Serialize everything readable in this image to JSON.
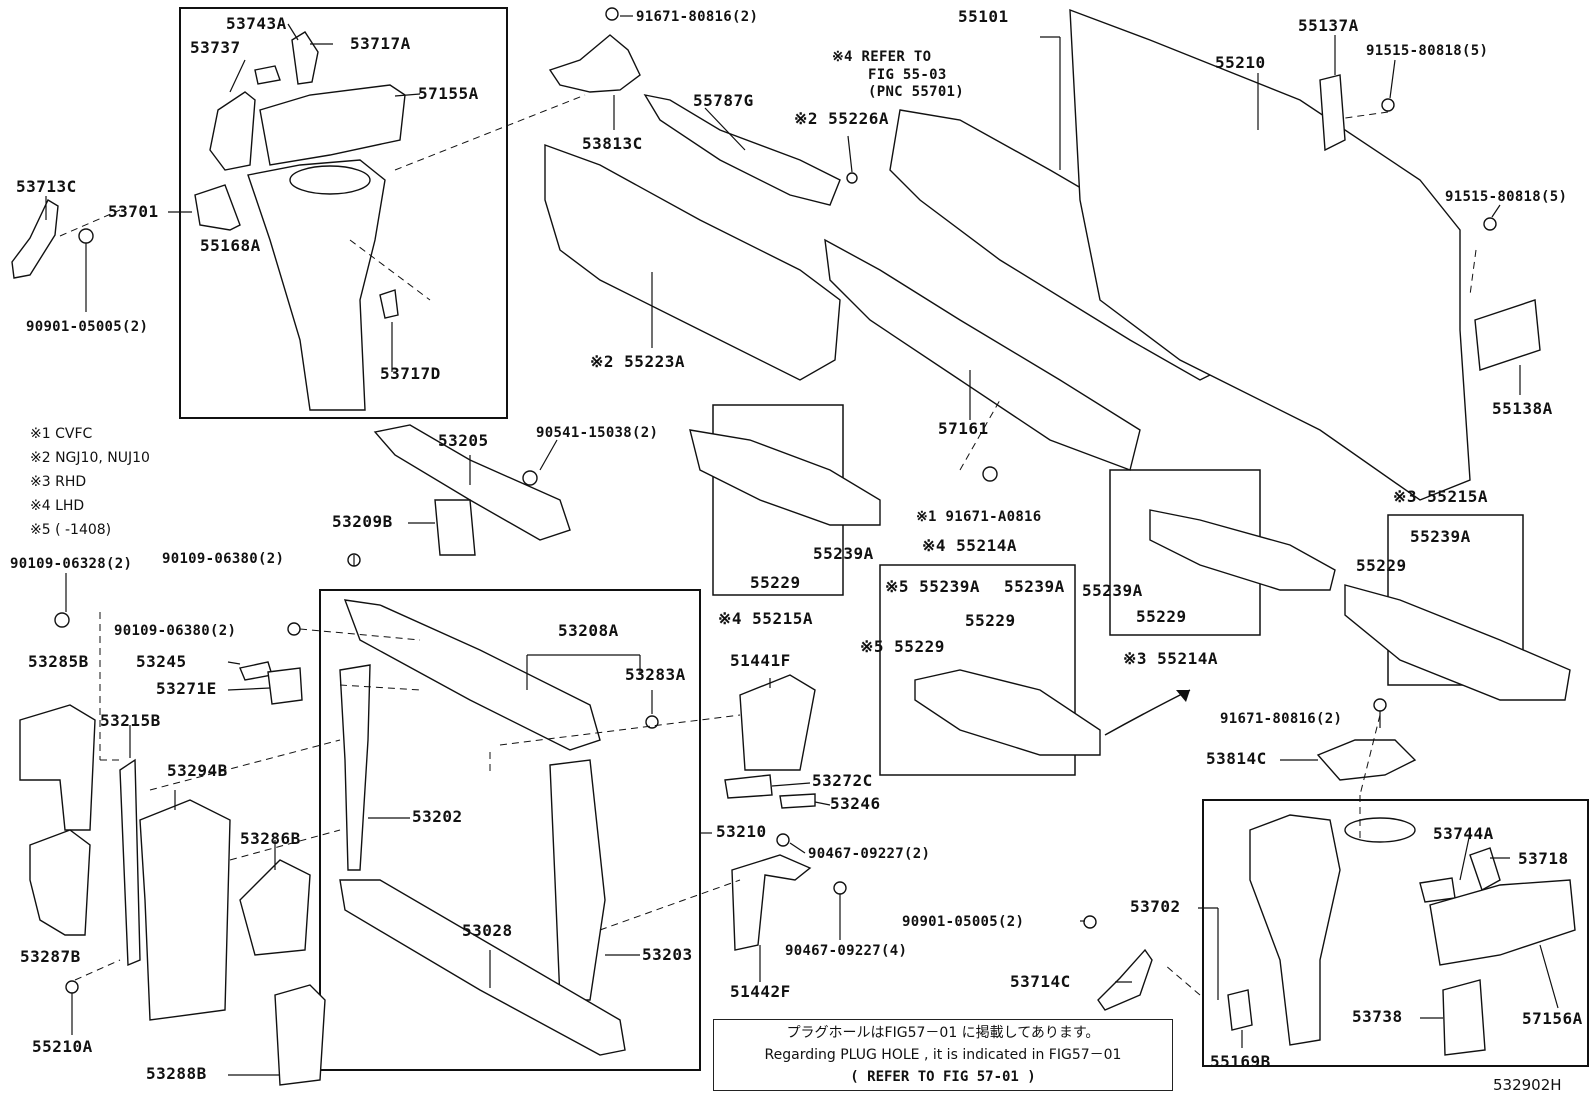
{
  "figure_id": "532902H",
  "legend": [
    "※1 CVFC",
    "※2 NGJ10, NUJ10",
    "※3 RHD",
    "※4 LHD",
    "※5 (    -1408)"
  ],
  "note": {
    "jp": "プラグホールはFIG57－01 に掲載してあります。",
    "en": "Regarding PLUG HOLE , it is indicated in FIG57－01",
    "ref": "( REFER TO FIG 57-01 )"
  },
  "callouts": {
    "c53743A": "53743A",
    "c53737": "53737",
    "c53717A": "53717A",
    "c57155A": "57155A",
    "c53713C": "53713C",
    "c53701": "53701",
    "c55168A": "55168A",
    "c90901a": "90901-05005(2)",
    "c53717D": "53717D",
    "c91671a": "91671-80816(2)",
    "c53813C": "53813C",
    "c55787G": "55787G",
    "c55226A": "※2 55226A",
    "c55223A": "※2 55223A",
    "c55101": "55101",
    "c55101ref1": "※4 REFER TO",
    "c55101ref2": "FIG 55-03",
    "c55101ref3": "(PNC 55701)",
    "c55210": "55210",
    "c55137A": "55137A",
    "c91515a": "91515-80818(5)",
    "c91515b": "91515-80818(5)",
    "c55138A": "55138A",
    "c57161": "57161",
    "c53205": "53205",
    "c90541": "90541-15038(2)",
    "c53209B": "53209B",
    "c90109a": "90109-06328(2)",
    "c90109b": "90109-06380(2)",
    "c90109c": "90109-06380(2)",
    "c53285B": "53285B",
    "c53245": "53245",
    "c53271E": "53271E",
    "c53208A": "53208A",
    "c53283A": "53283A",
    "c53215B": "53215B",
    "c53294B": "53294B",
    "c53202": "53202",
    "c53286B": "53286B",
    "c53287B": "53287B",
    "c55210A": "55210A",
    "c53288B": "53288B",
    "c53028": "53028",
    "c53203": "53203",
    "c53210": "53210",
    "c51441F": "51441F",
    "c53272C": "53272C",
    "c53246": "53246",
    "c90467a": "90467-09227(2)",
    "c90467b": "90467-09227(4)",
    "c51442F": "51442F",
    "c55239Aa": "55239A",
    "c55229a": "55229",
    "c55215Aa": "※4 55215A",
    "c91671b": "※1 91671-A0816",
    "c55214Aa": "※4 55214A",
    "c55239Ab": "※5 55239A",
    "c55239Ac": "55239A",
    "c55229b": "55229",
    "c55229c": "※5 55229",
    "c55239Ad": "55239A",
    "c55229d": "55229",
    "c55214Ab": "※3 55214A",
    "c55215Ab": "※3 55215A",
    "c55239Ae": "55239A",
    "c55229e": "55229",
    "c91671c": "91671-80816(2)",
    "c53814C": "53814C",
    "c53744A": "53744A",
    "c53718": "53718",
    "c90901b": "90901-05005(2)",
    "c53702": "53702",
    "c53714C": "53714C",
    "c55169B": "55169B",
    "c53738": "53738",
    "c57156A": "57156A"
  }
}
